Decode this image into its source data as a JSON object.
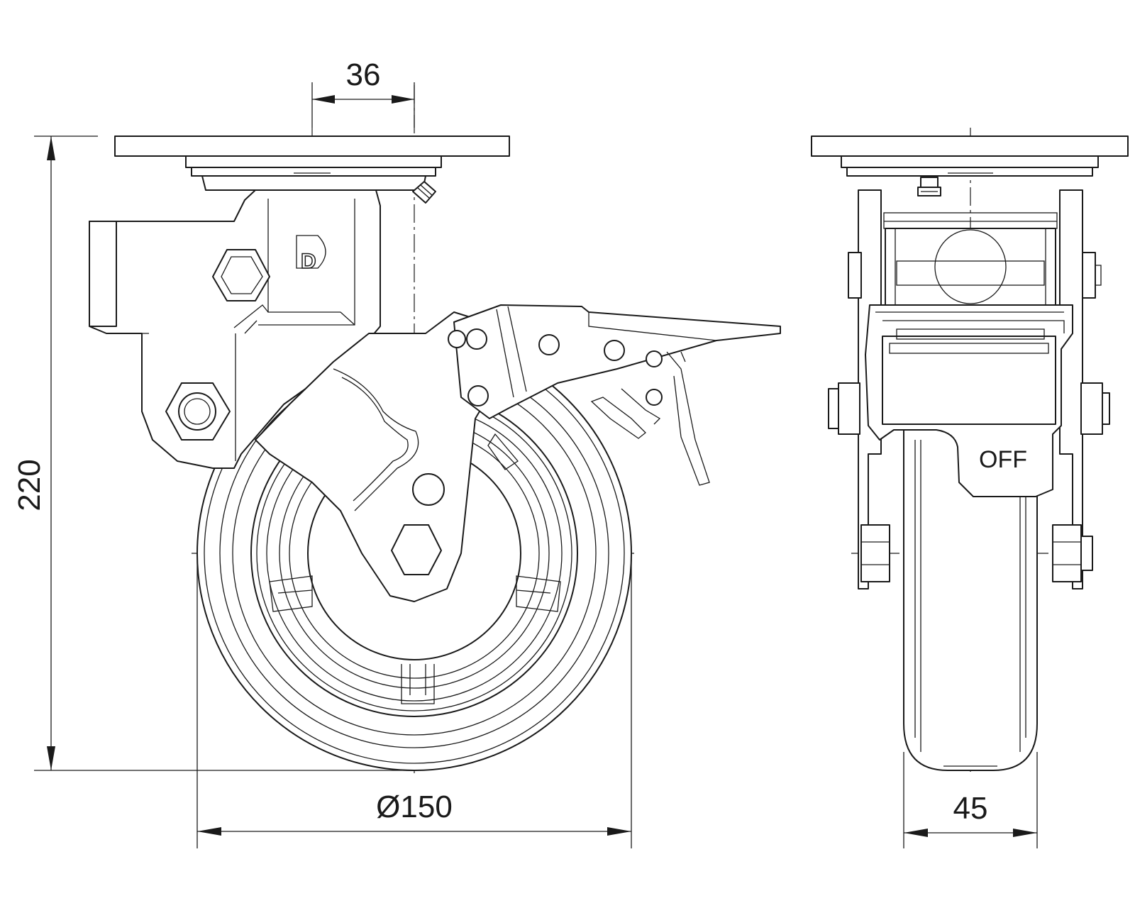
{
  "dimensions": {
    "offset": "36",
    "height": "220",
    "wheel_diameter": "Ø150",
    "wheel_width": "45"
  },
  "side_view": {
    "logo_letter": "D"
  },
  "front_view": {
    "brake_label": "OFF"
  }
}
